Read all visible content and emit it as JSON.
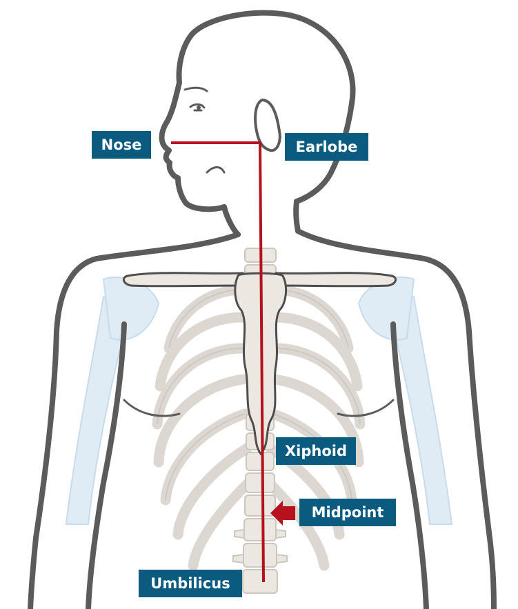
{
  "labels": {
    "nose": "Nose",
    "earlobe": "Earlobe",
    "xiphoid": "Xiphoid",
    "midpoint": "Midpoint",
    "umbilicus": "Umbilicus"
  },
  "colors": {
    "label_background": "#0b5b80",
    "label_text": "#ffffff",
    "measurement_line": "#b5121b",
    "body_outline": "#5b5b5b",
    "bone_fill": "#ece8e1",
    "shoulder_fill": "#d7e6f2"
  }
}
